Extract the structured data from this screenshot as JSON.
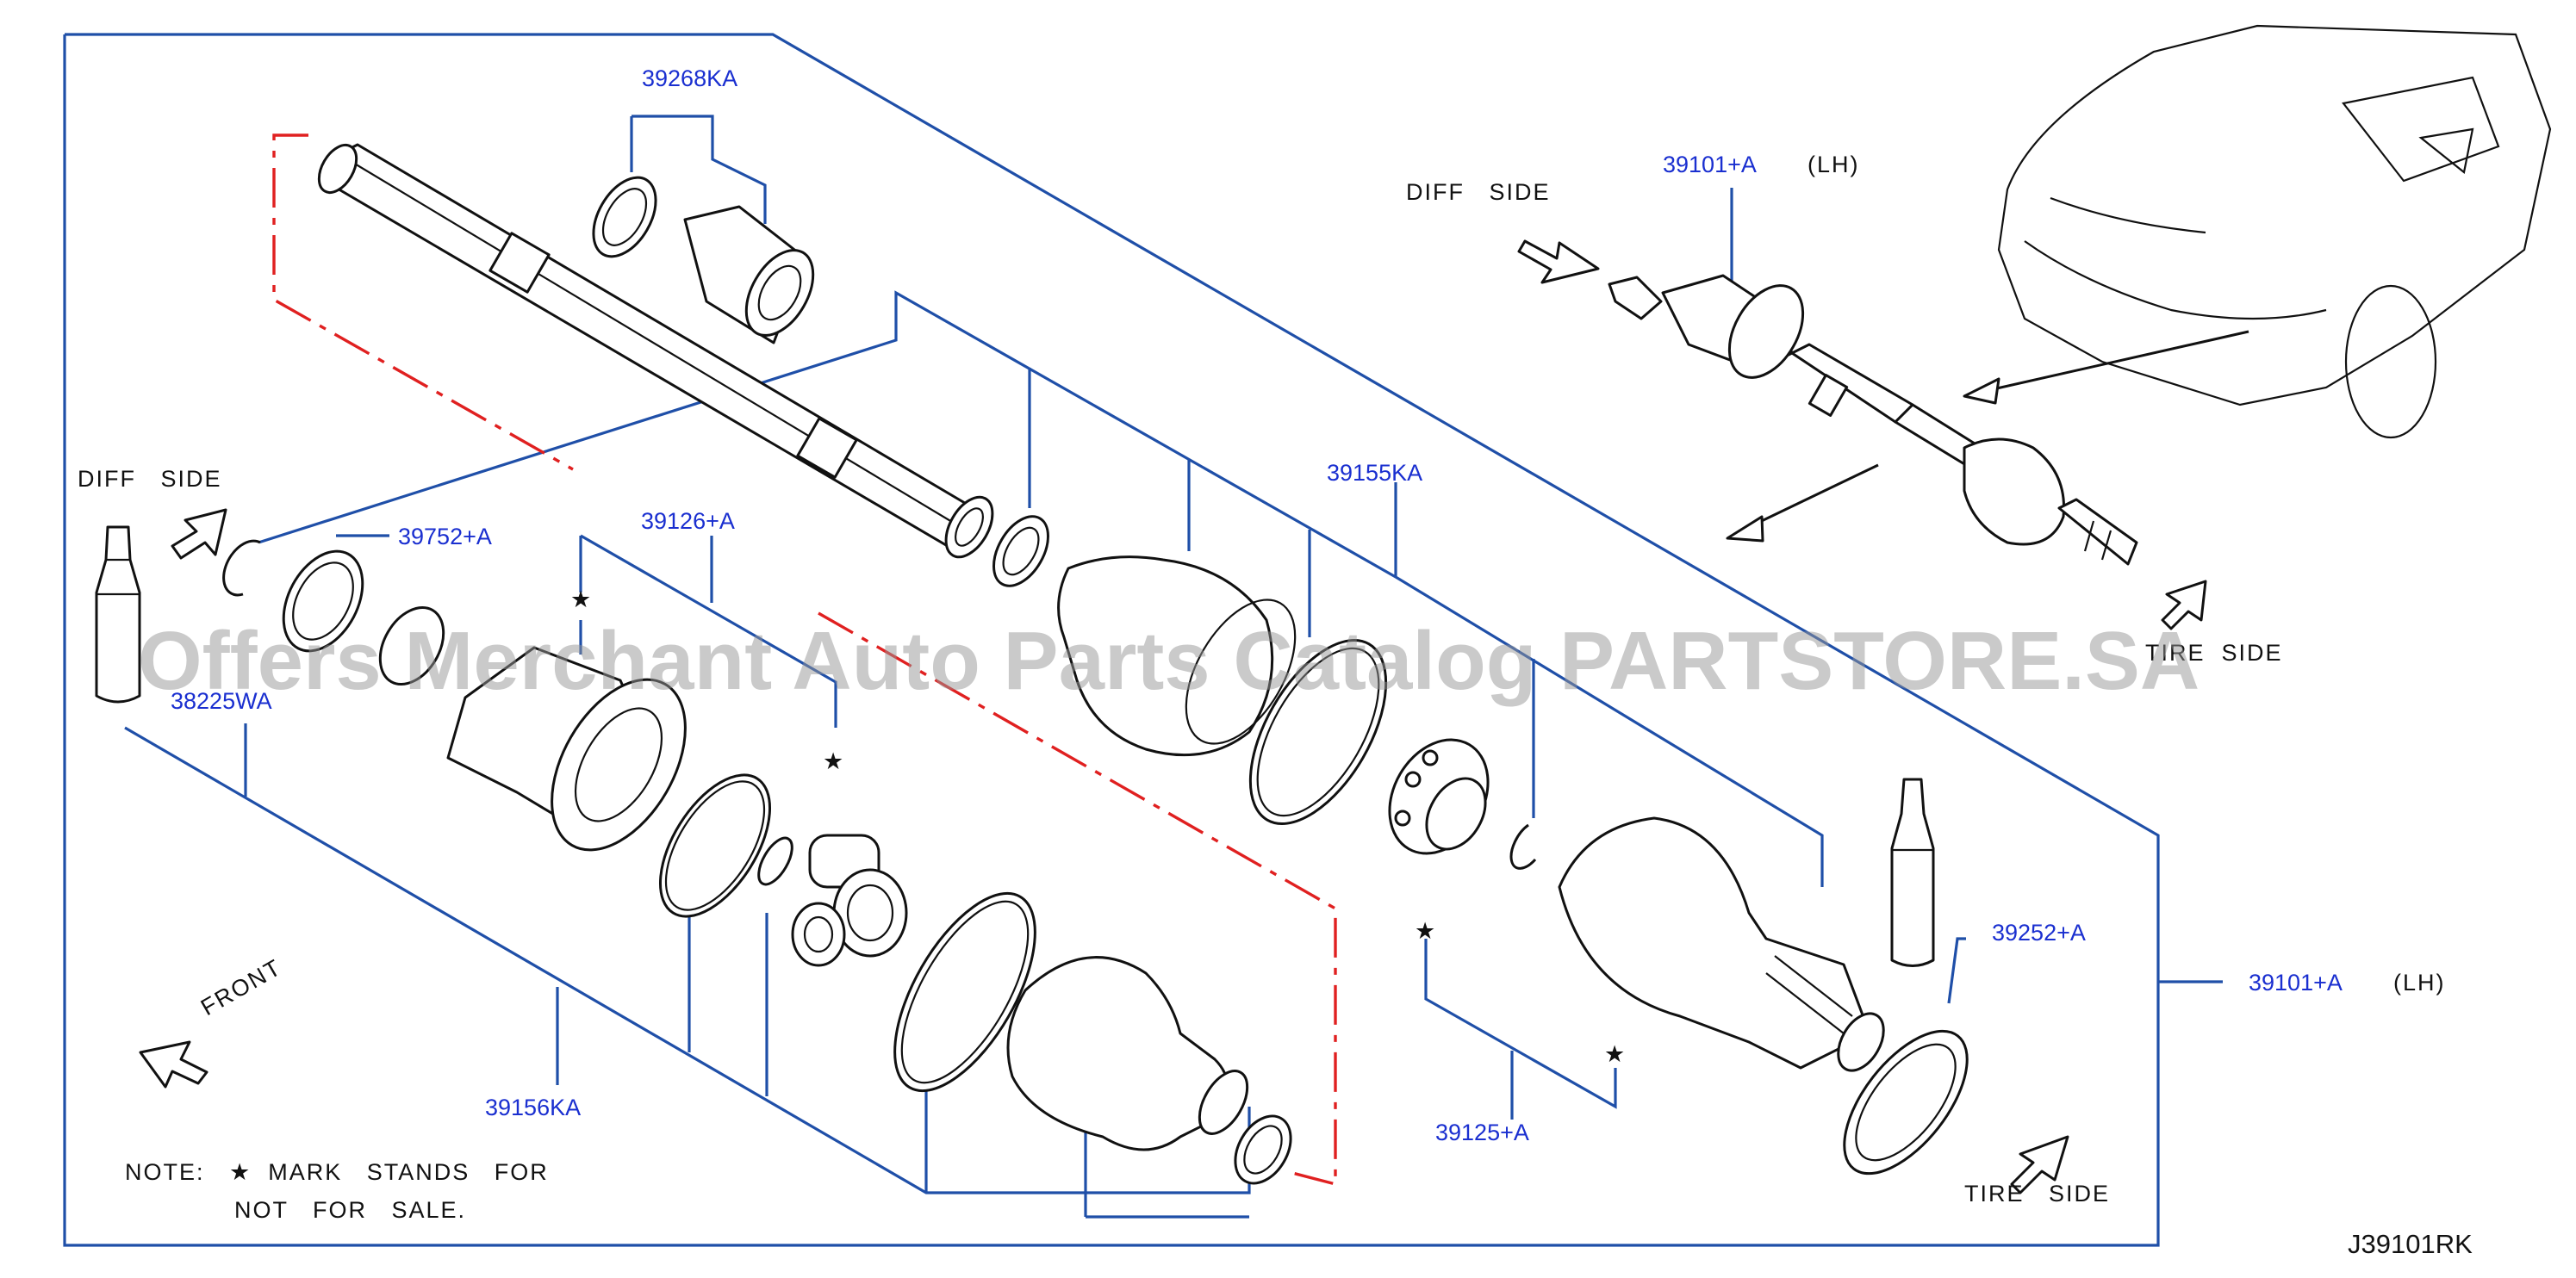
{
  "diagram": {
    "part_numbers": {
      "p39268KA": "39268KA",
      "p39101A_top": "39101+A",
      "p39101A_top_side": "(LH)",
      "p39752A": "39752+A",
      "p39126A": "39126+A",
      "p39155KA": "39155KA",
      "p38225WA": "38225WA",
      "p39252A": "39252+A",
      "p39101A_right": "39101+A",
      "p39101A_right_side": "(LH)",
      "p39156KA": "39156KA",
      "p39125A": "39125+A"
    },
    "labels": {
      "diff_side_left": "DIFF   SIDE",
      "diff_side_top": "DIFF   SIDE",
      "tire_side_top": "TIRE  SIDE",
      "tire_side_bottom": "TIRE   SIDE",
      "front": "FRONT",
      "note_line1": "NOTE:   ★  MARK   STANDS   FOR",
      "note_line2": "NOT   FOR   SALE.",
      "diagram_code": "J39101RK"
    },
    "markers": {
      "star": "★"
    },
    "watermark": "Offers Merchant Auto Parts Catalog PARTSTORE.SA",
    "colors": {
      "leader_lines": "#1f4fa8",
      "part_numbers": "#1a2fd0",
      "dash_lines": "#e02020",
      "outline": "#111111"
    }
  }
}
